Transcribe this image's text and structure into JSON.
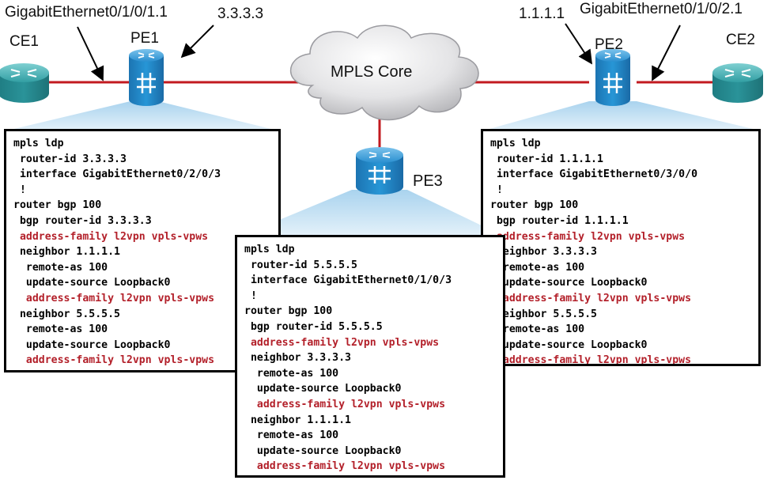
{
  "diagram": {
    "labels": {
      "pe1_interface": "GigabitEthernet0/1/0/1.1",
      "pe1_router_id": "3.3.3.3",
      "ce1": "CE1",
      "pe1": "PE1",
      "pe2_router_id": "1.1.1.1",
      "pe2_interface": "GigabitEthernet0/1/0/2.1",
      "pe2": "PE2",
      "ce2": "CE2",
      "core": "MPLS Core",
      "pe3": "PE3"
    },
    "icons": {
      "ce1": "router-icon",
      "ce2": "router-icon",
      "pe1": "switch-router-icon",
      "pe2": "switch-router-icon",
      "pe3": "switch-router-icon",
      "core": "cloud-icon"
    },
    "colors": {
      "link": "#c21a1f",
      "config_highlight": "#b3202a",
      "device_blue": "#1f88c9",
      "router_teal": "#2f9aa0",
      "beam": "#cfe6f5"
    }
  },
  "configs": {
    "pe1": [
      {
        "text": "mpls ldp",
        "red": false
      },
      {
        "text": " router-id 3.3.3.3",
        "red": false
      },
      {
        "text": " interface GigabitEthernet0/2/0/3",
        "red": false
      },
      {
        "text": " !",
        "red": false
      },
      {
        "text": "router bgp 100",
        "red": false
      },
      {
        "text": " bgp router-id 3.3.3.3",
        "red": false
      },
      {
        "text": " address-family l2vpn vpls-vpws",
        "red": true
      },
      {
        "text": " neighbor 1.1.1.1",
        "red": false
      },
      {
        "text": "  remote-as 100",
        "red": false
      },
      {
        "text": "  update-source Loopback0",
        "red": false
      },
      {
        "text": "  address-family l2vpn vpls-vpws",
        "red": true
      },
      {
        "text": " neighbor 5.5.5.5",
        "red": false
      },
      {
        "text": "  remote-as 100",
        "red": false
      },
      {
        "text": "  update-source Loopback0",
        "red": false
      },
      {
        "text": "  address-family l2vpn vpls-vpws",
        "red": true
      }
    ],
    "pe2": [
      {
        "text": "mpls ldp",
        "red": false
      },
      {
        "text": " router-id 1.1.1.1",
        "red": false
      },
      {
        "text": " interface GigabitEthernet0/3/0/0",
        "red": false
      },
      {
        "text": " !",
        "red": false
      },
      {
        "text": "router bgp 100",
        "red": false
      },
      {
        "text": " bgp router-id 1.1.1.1",
        "red": false
      },
      {
        "text": " address-family l2vpn vpls-vpws",
        "red": true
      },
      {
        "text": " neighbor 3.3.3.3",
        "red": false
      },
      {
        "text": "  remote-as 100",
        "red": false
      },
      {
        "text": "  update-source Loopback0",
        "red": false
      },
      {
        "text": "  address-family l2vpn vpls-vpws",
        "red": true
      },
      {
        "text": " neighbor 5.5.5.5",
        "red": false
      },
      {
        "text": "  remote-as 100",
        "red": false
      },
      {
        "text": "  update-source Loopback0",
        "red": false
      },
      {
        "text": "  address-family l2vpn vpls-vpws",
        "red": true
      }
    ],
    "pe3": [
      {
        "text": "mpls ldp",
        "red": false
      },
      {
        "text": " router-id 5.5.5.5",
        "red": false
      },
      {
        "text": " interface GigabitEthernet0/1/0/3",
        "red": false
      },
      {
        "text": " !",
        "red": false
      },
      {
        "text": "router bgp 100",
        "red": false
      },
      {
        "text": " bgp router-id 5.5.5.5",
        "red": false
      },
      {
        "text": " address-family l2vpn vpls-vpws",
        "red": true
      },
      {
        "text": " neighbor 3.3.3.3",
        "red": false
      },
      {
        "text": "  remote-as 100",
        "red": false
      },
      {
        "text": "  update-source Loopback0",
        "red": false
      },
      {
        "text": "  address-family l2vpn vpls-vpws",
        "red": true
      },
      {
        "text": " neighbor 1.1.1.1",
        "red": false
      },
      {
        "text": "  remote-as 100",
        "red": false
      },
      {
        "text": "  update-source Loopback0",
        "red": false
      },
      {
        "text": "  address-family l2vpn vpls-vpws",
        "red": true
      }
    ]
  }
}
